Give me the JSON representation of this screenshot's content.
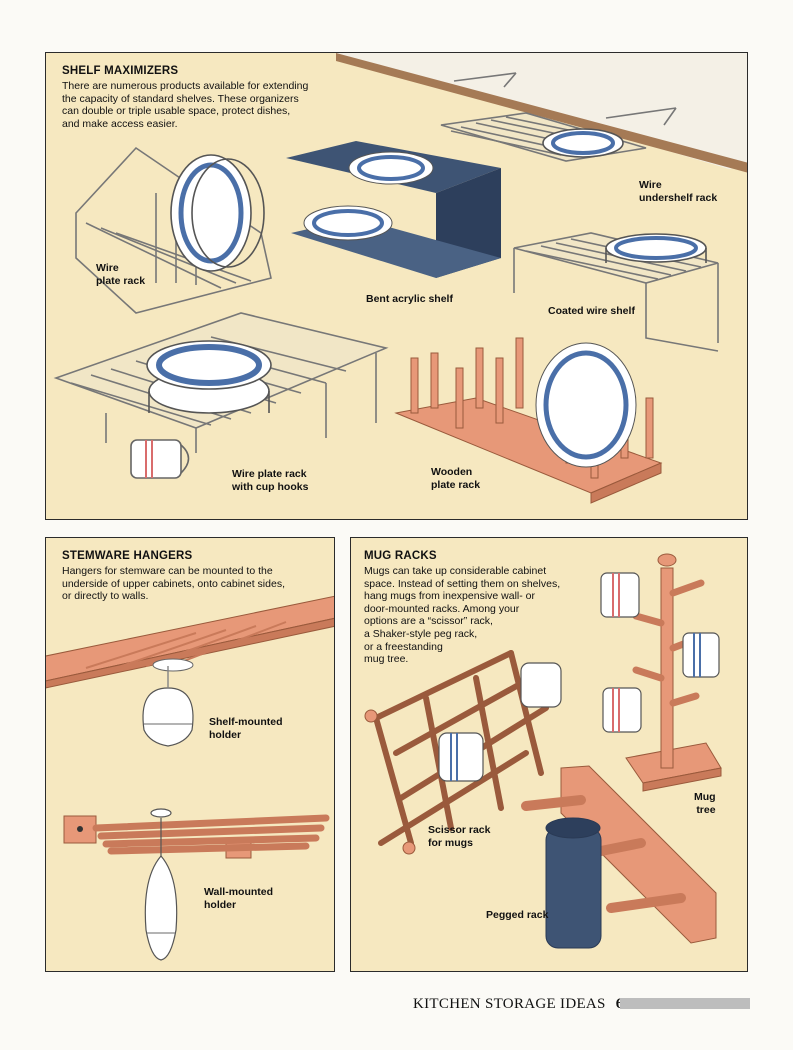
{
  "shelf_maximizers": {
    "heading": "SHELF MAXIMIZERS",
    "body_lines": [
      "There are numerous products available for extending",
      "the capacity of standard shelves. These organizers",
      "can double or triple usable space, protect dishes,",
      "and make access easier."
    ],
    "labels": {
      "wire_undershelf": [
        "Wire",
        "undershelf rack"
      ],
      "wire_plate": [
        "Wire",
        "plate rack"
      ],
      "bent_acrylic": "Bent acrylic shelf",
      "coated_wire": "Coated wire shelf",
      "wire_plate_cup": [
        "Wire plate rack",
        "with cup hooks"
      ],
      "wooden_plate": [
        "Wooden",
        "plate rack"
      ]
    }
  },
  "stemware_hangers": {
    "heading": "STEMWARE HANGERS",
    "body_lines": [
      "Hangers for stemware can be mounted to the",
      "underside of upper cabinets, onto cabinet sides,",
      "or directly to walls."
    ],
    "labels": {
      "shelf_mounted": [
        "Shelf-mounted",
        "holder"
      ],
      "wall_mounted": [
        "Wall-mounted",
        "holder"
      ]
    }
  },
  "mug_racks": {
    "heading": "MUG RACKS",
    "body_lines": [
      "Mugs can take up considerable cabinet",
      "space. Instead of setting them on shelves,",
      "hang mugs from inexpensive wall- or",
      "door-mounted racks. Among your",
      "options are a “scissor” rack,",
      "a Shaker-style peg rack,",
      "or a freestanding",
      "mug tree."
    ],
    "labels": {
      "mug_tree": [
        "Mug",
        "tree"
      ],
      "scissor_rack": [
        "Scissor rack",
        "for mugs"
      ],
      "pegged_rack": "Pegged rack"
    }
  },
  "footer": {
    "title": "KITCHEN STORAGE IDEAS",
    "page_number": "61"
  },
  "colors": {
    "panel_bg": "#f6e8c0",
    "wood": "#e79878",
    "wire": "#777777",
    "plate_band": "#4a6fa8",
    "acrylic": "#3e5474"
  }
}
